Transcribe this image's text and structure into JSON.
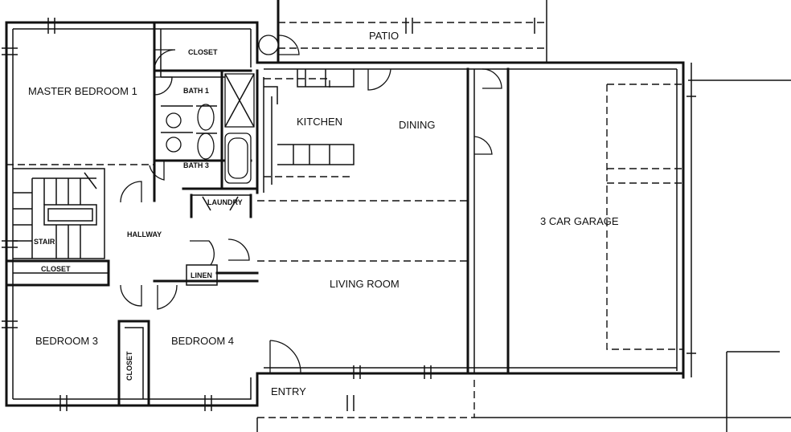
{
  "rooms": {
    "master_bedroom": "MASTER BEDROOM  1",
    "closet_master": "CLOSET",
    "bath1": "BATH 1",
    "bath3": "BATH 3",
    "kitchen": "KITCHEN",
    "dining": "DINING",
    "patio": "PATIO",
    "garage": "3 CAR GARAGE",
    "laundry": "LAUNDRY",
    "hallway": "HALLWAY",
    "stair": "STAIR",
    "closet_hall": "CLOSET",
    "linen": "LINEN",
    "living_room": "LIVING ROOM",
    "bedroom3": "BEDROOM 3",
    "bedroom4": "BEDROOM 4",
    "closet_bedroom": "CLOSET",
    "entry": "ENTRY"
  }
}
